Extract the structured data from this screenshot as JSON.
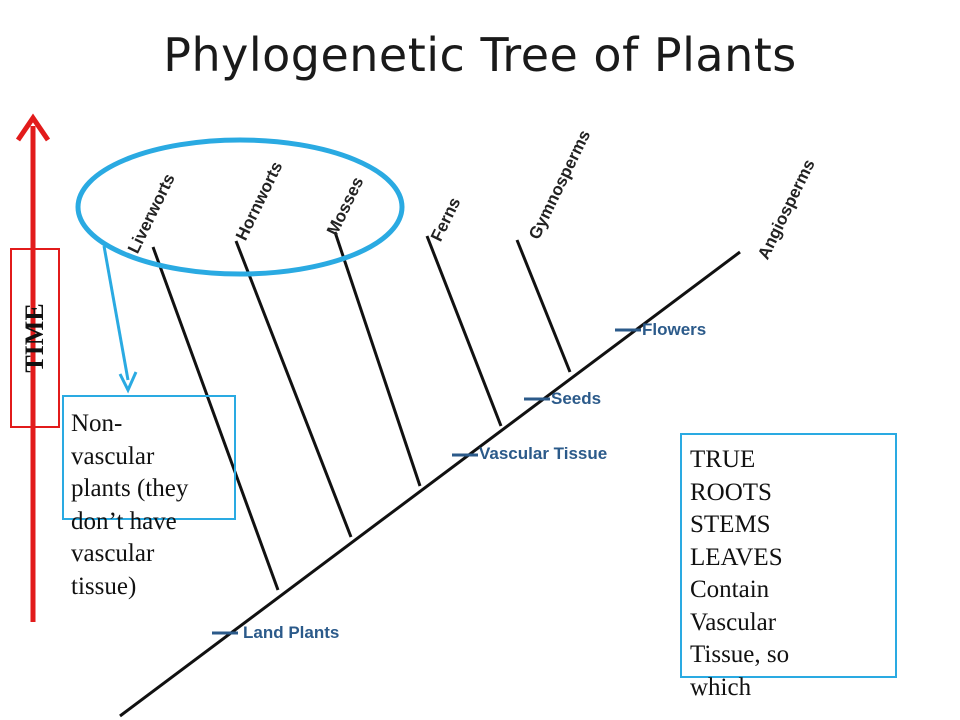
{
  "title": "Phylogenetic Tree of Plants",
  "time_label": "TIME",
  "taxa": [
    "Liverworts",
    "Hornworts",
    "Mosses",
    "Ferns",
    "Gymnosperms",
    "Angiosperms"
  ],
  "traits": [
    "Land Plants",
    "Vascular Tissue",
    "Seeds",
    "Flowers"
  ],
  "nonvascular_note": [
    "Non-",
    "vascular",
    "plants (they",
    "don’t have",
    "vascular",
    "tissue)"
  ],
  "vascular_note": [
    "TRUE",
    "ROOTS",
    "STEMS",
    "LEAVES",
    "Contain",
    "Vascular",
    "Tissue,  so",
    "which"
  ],
  "colors": {
    "time_arrow": "#e21b1b",
    "highlight": "#2aaae2",
    "tree": "#111111",
    "trait_mark": "#2b5a8a"
  }
}
